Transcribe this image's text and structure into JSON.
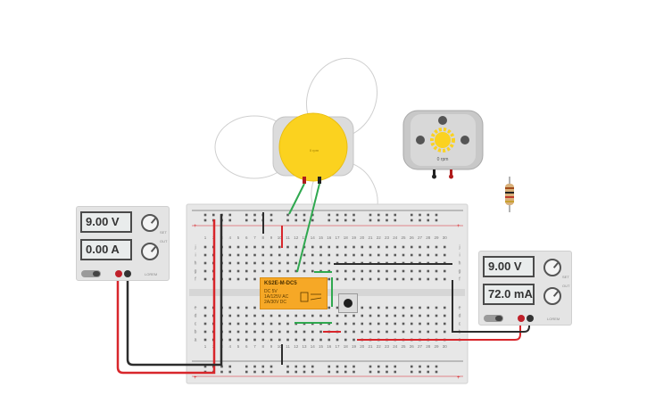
{
  "psu_left": {
    "voltage": "9.00 V",
    "current": "0.00 A",
    "knob1_label": "SET",
    "knob2_label": "OUT",
    "brand": "LOREM"
  },
  "psu_right": {
    "voltage": "9.00 V",
    "current": "72.0 mA",
    "knob1_label": "SET",
    "knob2_label": "OUT",
    "brand": "LOREM"
  },
  "relay": {
    "model": "KS2E-M-DC5",
    "lines": [
      "DC 5V",
      "1A/125V AC",
      "2A/30V DC"
    ]
  },
  "motor": {
    "speed": "0 rpm"
  },
  "fan": {
    "speed": "0 rpm"
  },
  "breadboard": {
    "columns": [
      "1",
      "2",
      "3",
      "4",
      "5",
      "6",
      "7",
      "8",
      "9",
      "10",
      "11",
      "12",
      "13",
      "14",
      "15",
      "16",
      "17",
      "18",
      "19",
      "20",
      "21",
      "22",
      "23",
      "24",
      "25",
      "26",
      "27",
      "28",
      "29",
      "30"
    ],
    "rows_top": [
      "j",
      "i",
      "h",
      "g",
      "f"
    ],
    "rows_bottom": [
      "e",
      "d",
      "c",
      "b",
      "a"
    ]
  },
  "colors": {
    "wire_red": "#d8262b",
    "wire_black": "#2d2d2d",
    "wire_green": "#2fa84f",
    "fan_hub": "#fbd21f",
    "relay": "#f6a826"
  },
  "icons": [
    "sun-gear-icon",
    "plus-jack-icon",
    "minus-jack-icon",
    "resistor-icon",
    "pushbutton-icon"
  ]
}
